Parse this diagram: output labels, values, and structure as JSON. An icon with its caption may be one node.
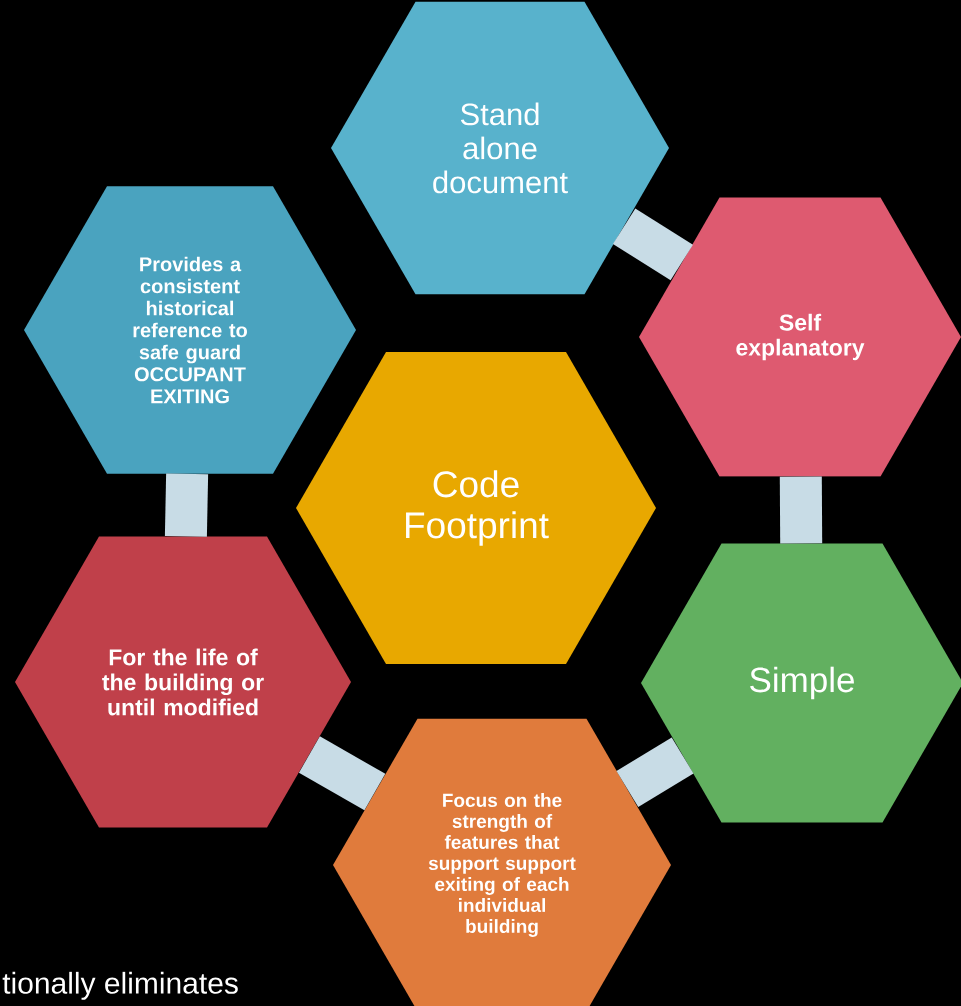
{
  "diagram": {
    "nodes": [
      {
        "text": [
          "Stand alone document"
        ]
      },
      {
        "text": [
          "Provides a consistent historical reference to safe guard OCCUPANT EXITING"
        ]
      },
      {
        "text": [
          "Self explanatory"
        ]
      },
      {
        "text": [
          "Code Footprint"
        ]
      },
      {
        "text": [
          "For the life of the building or until modified"
        ]
      },
      {
        "text": [
          "Simple"
        ]
      },
      {
        "text": [
          "Focus on the strength of features that support support exiting of each individual building"
        ]
      }
    ],
    "edges": [
      {
        "from": 0,
        "to": 2,
        "arrow": "none"
      },
      {
        "from": 2,
        "to": 5,
        "arrow": "none"
      },
      {
        "from": 5,
        "to": 6,
        "arrow": "none"
      },
      {
        "from": 6,
        "to": 4,
        "arrow": "none"
      },
      {
        "from": 4,
        "to": 1,
        "arrow": "none"
      }
    ],
    "labels": [
      "tionally eliminates"
    ]
  }
}
